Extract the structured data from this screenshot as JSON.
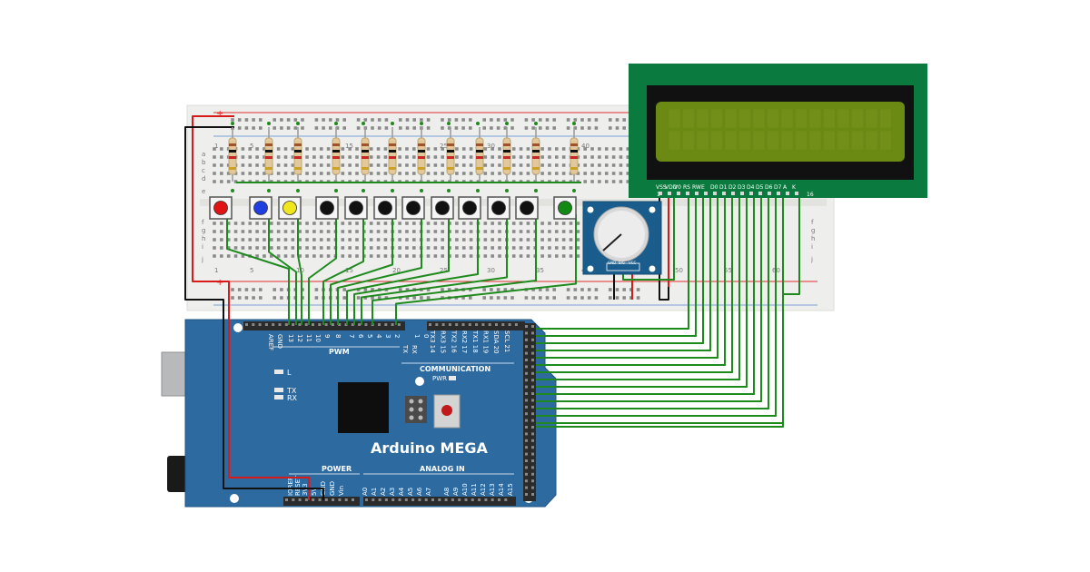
{
  "board": {
    "title": "Arduino MEGA",
    "pwm_label": "PWM",
    "communication_label": "COMMUNICATION",
    "power_label": "POWER",
    "analog_label": "ANALOG IN",
    "pwr_led_label": "PWR",
    "led_l_label": "L",
    "led_tx_label": "TX",
    "led_rx_label": "RX",
    "top_pins_left": [
      "AREF",
      "GND",
      "13",
      "12",
      "11",
      "10",
      "9",
      "8"
    ],
    "top_pins_right": [
      "7",
      "6",
      "5",
      "4",
      "3",
      "2",
      "1",
      "0"
    ],
    "tx_rx_labels": [
      "TX",
      "RX"
    ],
    "comm_pins": [
      "TX3 14",
      "RX3 15",
      "TX2 16",
      "RX2 17",
      "TX1 18",
      "RX1 19",
      "SDA 20",
      "SCL 21"
    ],
    "power_pins": [
      "IOREF",
      "RESET",
      "3V3",
      "5V",
      "GND",
      "GND",
      "Vin"
    ],
    "analog_pins": [
      "A0",
      "A1",
      "A2",
      "A3",
      "A4",
      "A5",
      "A6",
      "A7",
      "A8",
      "A9",
      "A10",
      "A11",
      "A12",
      "A13",
      "A14",
      "A15"
    ]
  },
  "breadboard": {
    "rail_plus": "+",
    "top_numbers": [
      "1",
      "5",
      "15",
      "25",
      "30",
      "40"
    ],
    "bottom_numbers": [
      "1",
      "5",
      "10",
      "15",
      "20",
      "25",
      "30",
      "35",
      "40",
      "50",
      "55",
      "60"
    ],
    "rows_top": [
      "a",
      "b",
      "c",
      "d",
      "e"
    ],
    "rows_bottom": [
      "f",
      "g",
      "h",
      "i",
      "j"
    ]
  },
  "buttons": {
    "caps": [
      "red",
      "blue",
      "yellow",
      "black",
      "black",
      "black",
      "black",
      "black",
      "black",
      "black",
      "black",
      "green"
    ],
    "colors": {
      "red": "#e01414",
      "blue": "#1f3fe0",
      "yellow": "#f0e61e",
      "black": "#111111",
      "green": "#138a13"
    }
  },
  "lcd": {
    "pin_labels": [
      "VSS",
      "VDD",
      "V0",
      "RS",
      "RW",
      "E",
      "D0",
      "D1",
      "D2",
      "D3",
      "D4",
      "D5",
      "D6",
      "D7",
      "A",
      "K"
    ],
    "pin_first": "1",
    "pin_last": "16"
  },
  "pot": {
    "pin_labels": [
      "GND",
      "SIG",
      "VCC"
    ]
  },
  "colors": {
    "wire_green": "#1e8a1e",
    "wire_red": "#d81a1a",
    "wire_black": "#111111",
    "board_blue": "#2c6aa0",
    "lcd_frame": "#0b7a3e",
    "lcd_screen": "#6a8a14",
    "pot_blue": "#1a5d8c"
  }
}
